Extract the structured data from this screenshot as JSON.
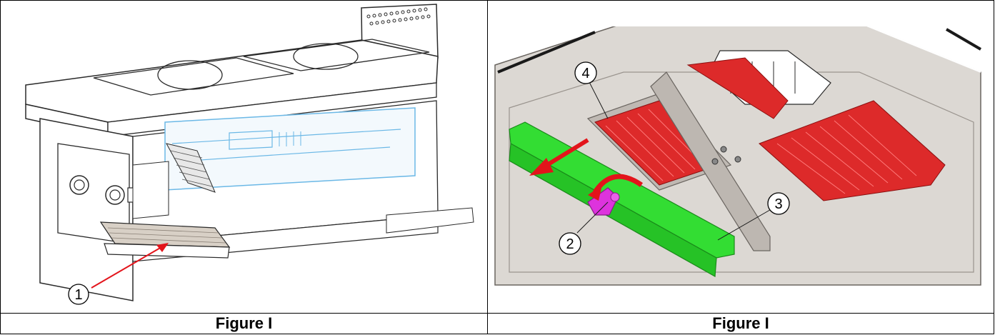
{
  "figures": [
    {
      "caption": "Figure I",
      "callouts": [
        {
          "number": "1",
          "icon": "callout-circle"
        }
      ],
      "colors": {
        "arrow": "#e3141b",
        "outline": "#2a2a2a",
        "highlight": "#6bb8e6"
      }
    },
    {
      "caption": "Figure I",
      "callouts": [
        {
          "number": "4",
          "icon": "callout-circle"
        },
        {
          "number": "2",
          "icon": "callout-circle"
        },
        {
          "number": "3",
          "icon": "callout-circle"
        }
      ],
      "colors": {
        "filter": "#dd2a2a",
        "bracket": "#33dd33",
        "latch": "#dd33dd",
        "arrow": "#e3141b",
        "base": "#dcd8d3"
      }
    }
  ]
}
